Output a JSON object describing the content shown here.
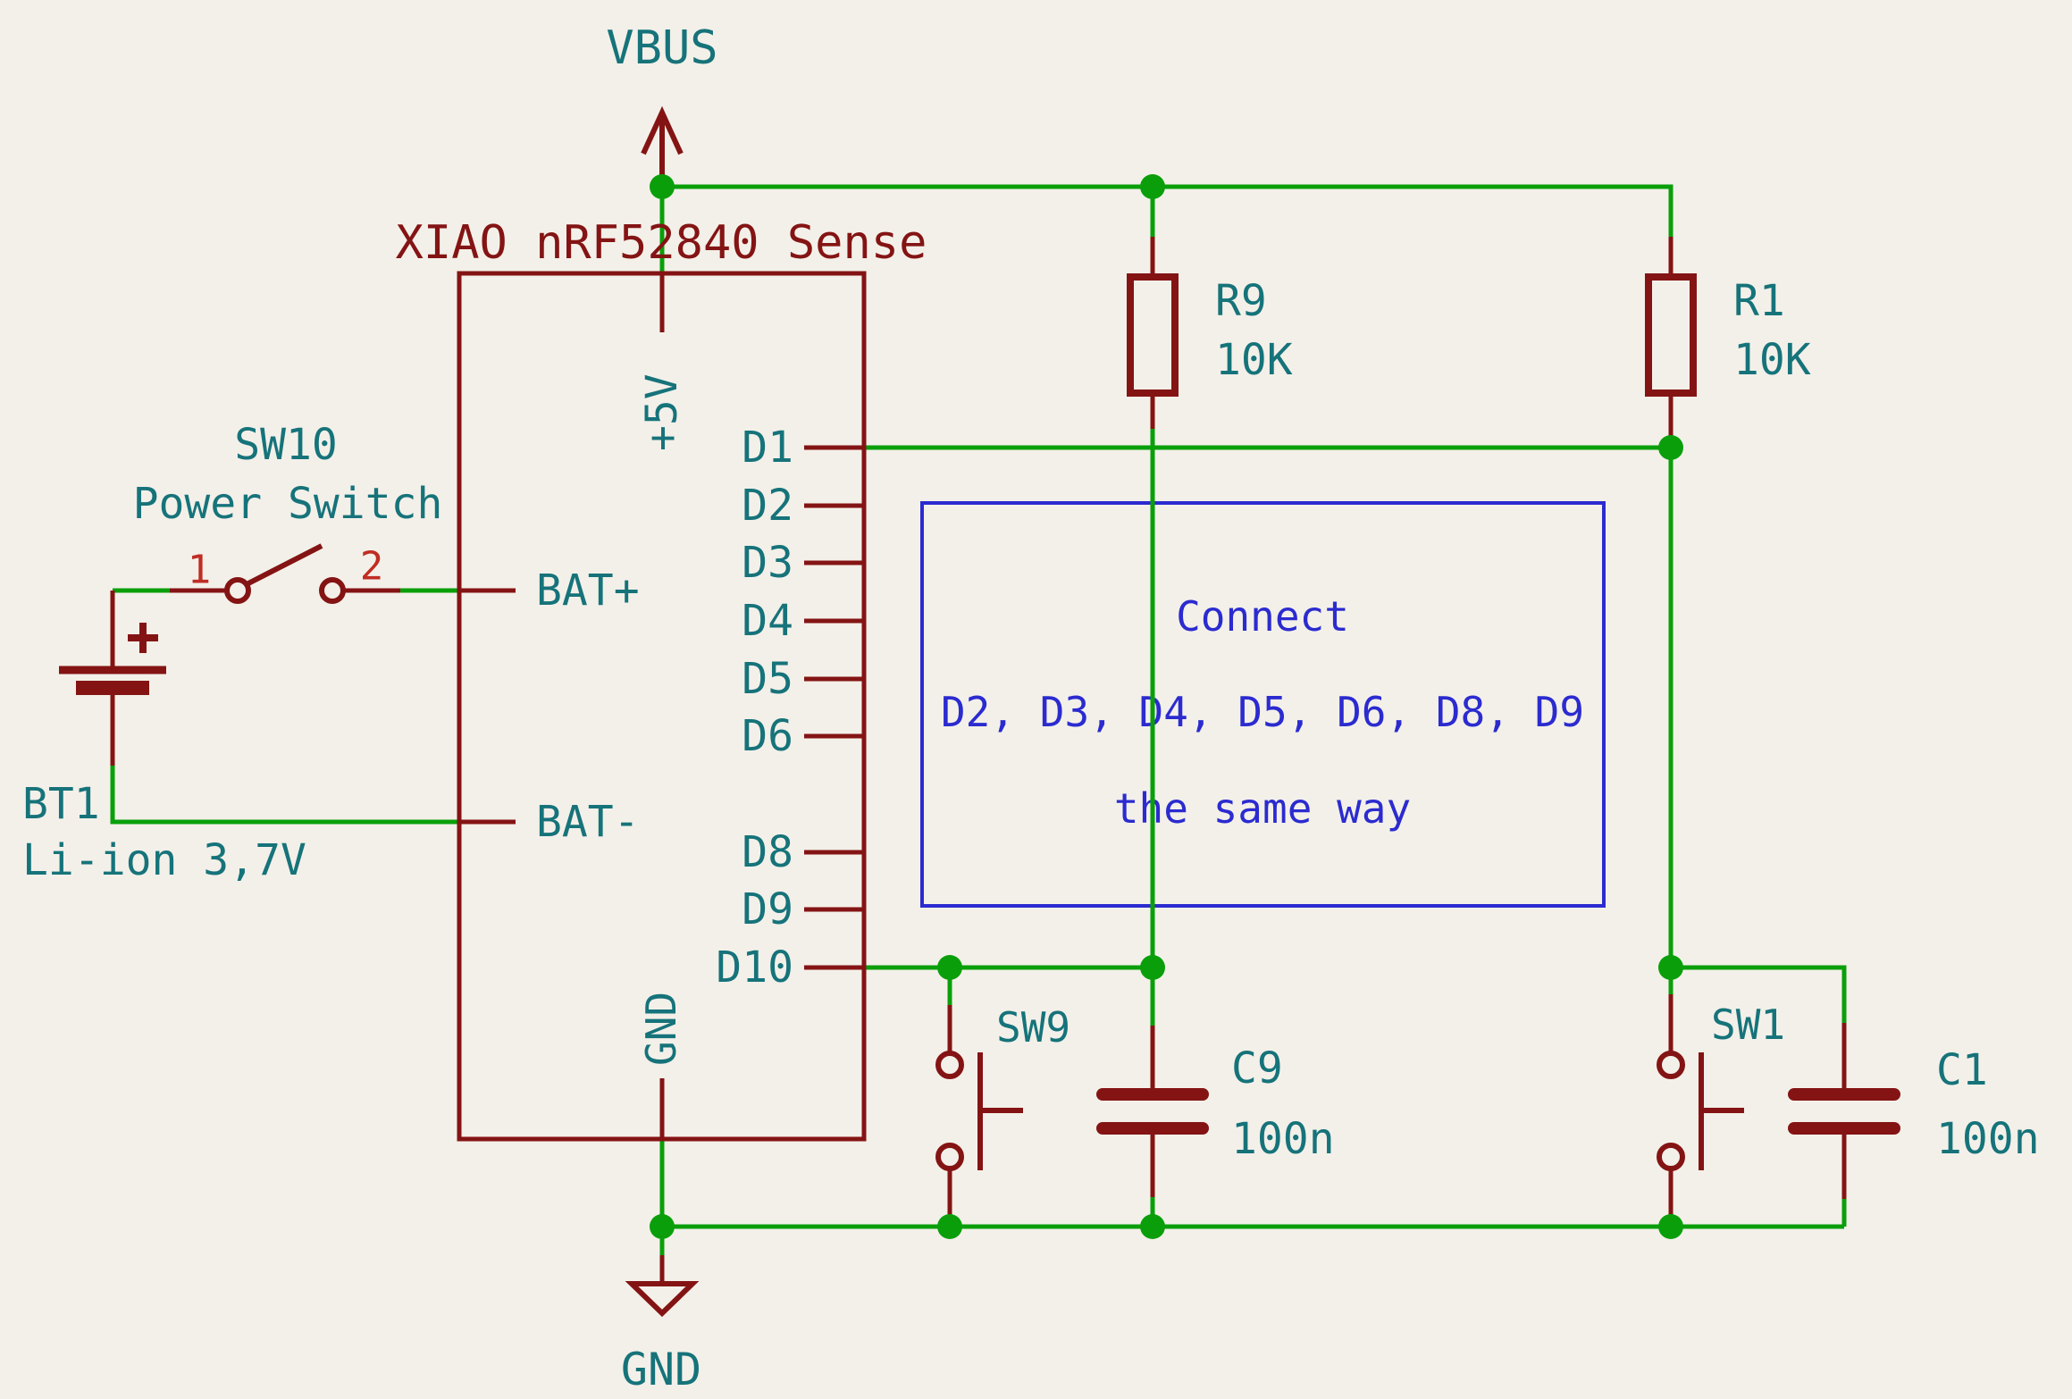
{
  "schematic": {
    "background_color": "#F3F0E9",
    "colors": {
      "wire_green": "#0A9F0A",
      "symbol_dark_red": "#841414",
      "pin_number_red": "#BF2D23",
      "label_teal": "#16737A",
      "note_blue": "#2B2BD0"
    },
    "power_flags": {
      "vbus": "VBUS",
      "gnd": "GND"
    },
    "mcu": {
      "label": "XIAO nRF52840 Sense",
      "pin_top": "+5V",
      "pin_bottom": "GND",
      "pins_left": [
        {
          "name": "BAT+"
        },
        {
          "name": "BAT-"
        }
      ],
      "pins_right": [
        {
          "name": "D1"
        },
        {
          "name": "D2"
        },
        {
          "name": "D3"
        },
        {
          "name": "D4"
        },
        {
          "name": "D5"
        },
        {
          "name": "D6"
        },
        {
          "name": "D8"
        },
        {
          "name": "D9"
        },
        {
          "name": "D10"
        }
      ]
    },
    "battery": {
      "ref": "BT1",
      "value": "Li-ion 3,7V"
    },
    "power_switch": {
      "ref": "SW10",
      "value": "Power Switch",
      "pin_1": "1",
      "pin_2": "2"
    },
    "resistors": [
      {
        "ref": "R9",
        "value": "10K"
      },
      {
        "ref": "R1",
        "value": "10K"
      }
    ],
    "buttons": [
      {
        "ref": "SW9"
      },
      {
        "ref": "SW1"
      }
    ],
    "capacitors": [
      {
        "ref": "C9",
        "value": "100n"
      },
      {
        "ref": "C1",
        "value": "100n"
      }
    ],
    "note": {
      "line1": "Connect",
      "line2": "D2, D3, D4, D5, D6, D8, D9",
      "line3": "the same way"
    }
  }
}
